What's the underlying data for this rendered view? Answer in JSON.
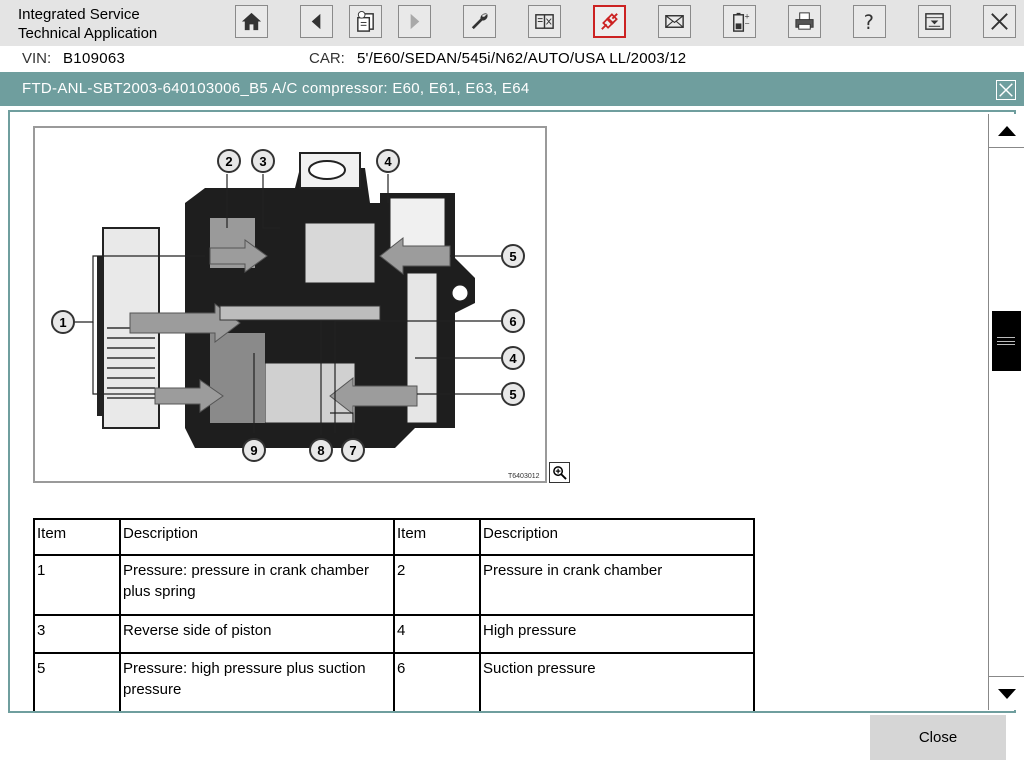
{
  "app": {
    "title_line1": "Integrated Service",
    "title_line2": "Technical Application"
  },
  "toolbar": {
    "buttons": [
      {
        "icon": "home-icon"
      },
      {
        "icon": "arrow-left-icon"
      },
      {
        "icon": "history-docs-icon"
      },
      {
        "icon": "arrow-right-icon",
        "state": "disabled"
      },
      {
        "icon": "wrench-icon"
      },
      {
        "icon": "split-view-icon"
      },
      {
        "icon": "connection-plug-icon",
        "state": "active"
      },
      {
        "icon": "envelope-icon"
      },
      {
        "icon": "battery-icon"
      },
      {
        "icon": "printer-icon"
      },
      {
        "icon": "help-icon"
      },
      {
        "icon": "dropdown-menu-icon"
      },
      {
        "icon": "close-icon"
      }
    ],
    "accent_color": "#cc2222"
  },
  "vehicle": {
    "vin_label": "VIN:",
    "vin": "B109063",
    "car_label": "CAR:",
    "car": "5'/E60/SEDAN/545i/N62/AUTO/USA LL/2003/12"
  },
  "document": {
    "title": "FTD-ANL-SBT2003-640103006_B5 A/C compressor: E60, E61, E63, E64",
    "header_color": "#6f9e9e",
    "image_code": "T6403012",
    "callouts": [
      "1",
      "2",
      "3",
      "4",
      "4",
      "5",
      "5",
      "6",
      "7",
      "8",
      "9"
    ]
  },
  "table": {
    "headers": [
      "Item",
      "Description",
      "Item",
      "Description"
    ],
    "rows": [
      [
        "1",
        "Pressure: pressure in crank chamber plus spring",
        "2",
        "Pressure in crank chamber"
      ],
      [
        "3",
        "Reverse side of piston",
        "4",
        "High pressure"
      ],
      [
        "5",
        "Pressure: high pressure plus suction pressure",
        "6",
        "Suction pressure"
      ]
    ]
  },
  "actions": {
    "close_label": "Close"
  }
}
